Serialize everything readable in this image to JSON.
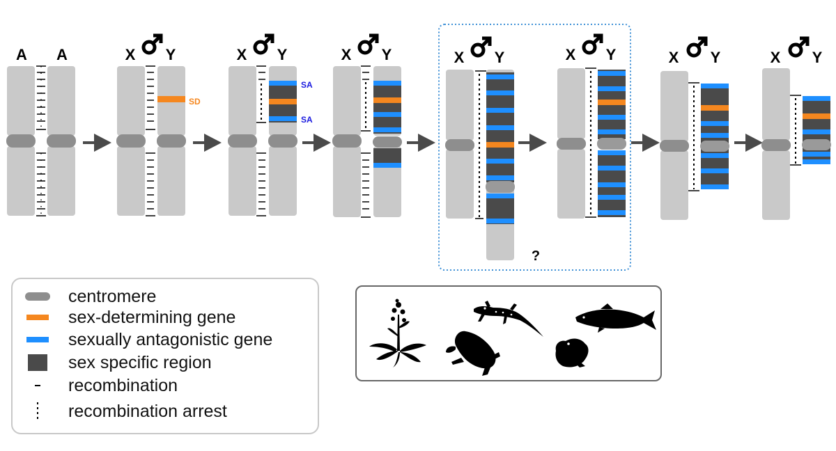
{
  "stages": [
    {
      "left_label": "A",
      "right_label": "A",
      "male_symbol": false
    },
    {
      "left_label": "X",
      "right_label": "Y",
      "male_symbol": true,
      "gene_label": "SD"
    },
    {
      "left_label": "X",
      "right_label": "Y",
      "male_symbol": true,
      "gene_labels": [
        "SA",
        "SA"
      ]
    },
    {
      "left_label": "X",
      "right_label": "Y",
      "male_symbol": true
    },
    {
      "left_label": "X",
      "right_label": "Y",
      "male_symbol": true,
      "note": "?"
    },
    {
      "left_label": "X",
      "right_label": "Y",
      "male_symbol": true
    },
    {
      "left_label": "X",
      "right_label": "Y",
      "male_symbol": true
    },
    {
      "left_label": "X",
      "right_label": "Y",
      "male_symbol": true
    }
  ],
  "male_symbol_glyph": "♂",
  "legend": {
    "items": [
      {
        "symbol": "centromere-icon",
        "label": "centromere"
      },
      {
        "symbol": "sex-determining-gene-icon",
        "label": "sex-determining gene"
      },
      {
        "symbol": "sexually-antagonistic-gene-icon",
        "label": "sexually antagonistic gene"
      },
      {
        "symbol": "sex-specific-region-icon",
        "label": "sex specific region"
      },
      {
        "symbol": "recombination-icon",
        "label": "recombination"
      },
      {
        "symbol": "recombination-arrest-icon",
        "label": "recombination arrest"
      }
    ]
  },
  "organisms": [
    "plant-silhouette-icon",
    "gecko-silhouette-icon",
    "salmon-silhouette-icon",
    "turtle-silhouette-icon",
    "frog-silhouette-icon"
  ],
  "colors": {
    "chromosome": "#c9c9c9",
    "centromere": "#8e8e8e",
    "sex_determining": "#f5871f",
    "sexually_antagonistic": "#1e8fff",
    "sex_specific": "#4a4a4a",
    "label_blue": "#1a1adf",
    "highlight_border": "#3d8fd6",
    "arrow": "#4a4a4a"
  }
}
